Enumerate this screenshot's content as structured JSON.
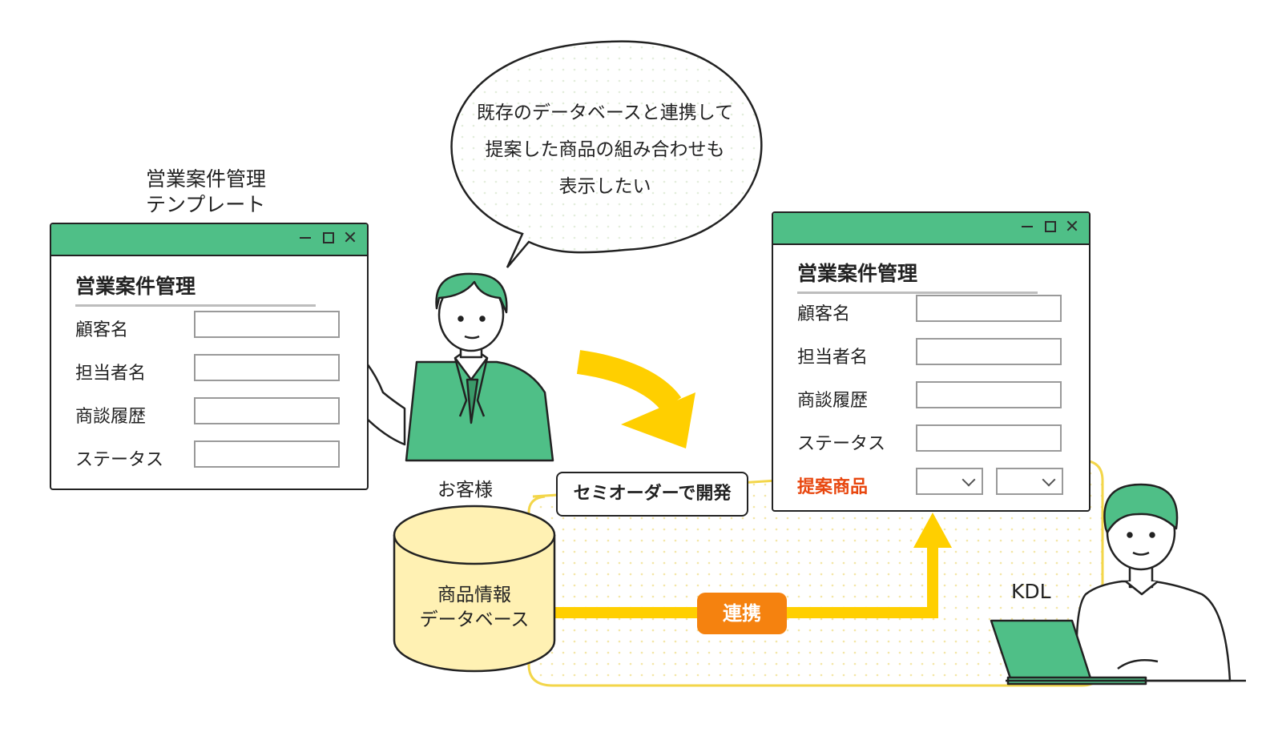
{
  "template_title": [
    "営業案件管理",
    "テンプレート"
  ],
  "left_window": {
    "heading": "営業案件管理",
    "fields": [
      "顧客名",
      "担当者名",
      "商談履歴",
      "ステータス"
    ]
  },
  "right_window": {
    "heading": "営業案件管理",
    "fields": [
      "顧客名",
      "担当者名",
      "商談履歴",
      "ステータス"
    ],
    "highlight_field": "提案商品"
  },
  "speech_bubble": [
    "既存のデータベースと連携して",
    "提案した商品の組み合わせも",
    "表示したい"
  ],
  "customer_label": "お客様",
  "semi_order_tag": "セミオーダーで開発",
  "database_label": [
    "商品情報",
    "データベース"
  ],
  "link_badge": "連携",
  "kdl_label": "KDL",
  "colors": {
    "green": "#4fbf87",
    "yellow": "#ffcf00",
    "orange": "#f5820f",
    "red": "#e8470f",
    "db_fill": "#fff1b3"
  },
  "icons": [
    "window-minimize-icon",
    "window-maximize-icon",
    "window-close-icon",
    "chevron-down-icon"
  ]
}
